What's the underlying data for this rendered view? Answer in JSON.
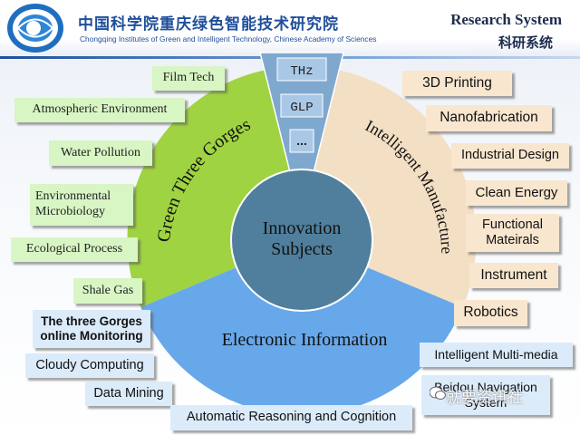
{
  "header": {
    "institute_cn": "中国科学院重庆绿色智能技术研究院",
    "institute_en": "Chongqing Institutes of Green and Intelligent Technology, Chinese Academy of Sciences",
    "rs_en": "Research System",
    "rs_cn": "科研系统"
  },
  "colors": {
    "green_segment": "#9fd341",
    "tan_segment": "#f3dfc3",
    "blue_segment": "#67a8ea",
    "center": "#4f7f9c",
    "funnel": "#7fa8cf",
    "brand_blue": "#1f4f9b"
  },
  "diagram": {
    "center": "Innovation\nSubjects",
    "segments": {
      "green": "Green Three Gorges",
      "tan": "Intelligent Manufacture",
      "blue": "Electronic Information"
    },
    "funnel": [
      "THz",
      "GLP",
      "..."
    ]
  },
  "green_boxes": [
    "Film Tech",
    "Atmospheric Environment",
    "Water Pollution",
    "Environmental\nMicrobiology",
    "Ecological Process",
    "Shale Gas"
  ],
  "tan_boxes": [
    "3D Printing",
    "Nanofabrication",
    "Industrial Design",
    "Clean Energy",
    "Functional\nMateirals",
    "Instrument",
    "Robotics"
  ],
  "blue_boxes": [
    "The three Gorges\nonline Monitoring",
    "Cloudy Computing",
    "Data Mining",
    "Automatic Reasoning and Cognition",
    "Intelligent Multi-media",
    "Beidou Navigation\nSystem"
  ],
  "watermark": "就要资讯社"
}
